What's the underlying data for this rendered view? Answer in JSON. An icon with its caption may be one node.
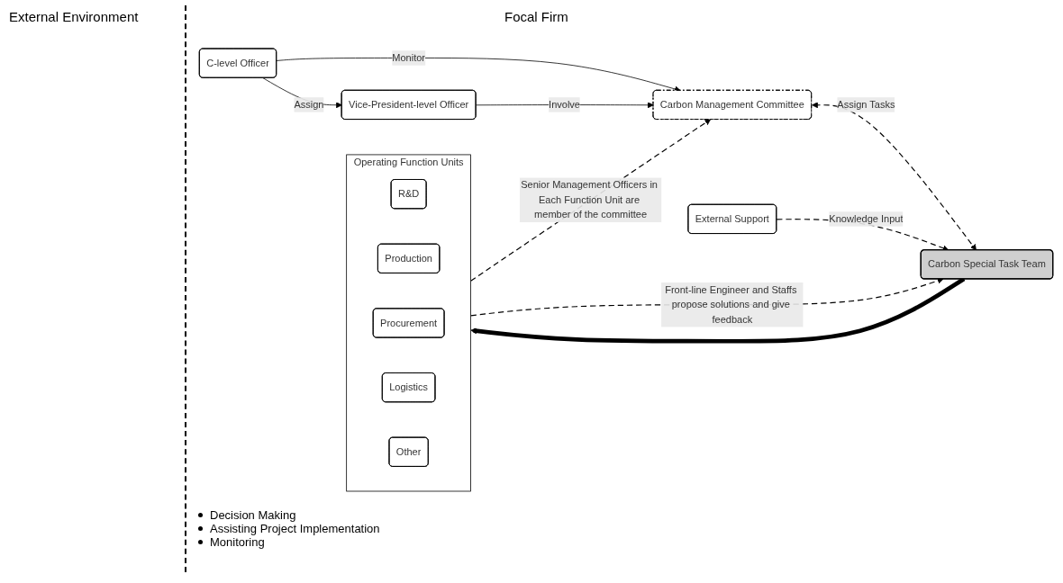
{
  "diagram": {
    "nodes": [
      {
        "text": [
          "External Support"
        ]
      },
      {
        "text": [
          "C-level Officer"
        ]
      },
      {
        "text": [
          "Vice-President-level Officer"
        ]
      },
      {
        "text": [
          "Carbon Management Committee"
        ]
      },
      {
        "text": [
          "Carbon Special Task Team"
        ]
      },
      {
        "text": [
          "Operating Function Units"
        ]
      },
      {
        "text": [
          "R&D"
        ],
        "in": 5
      },
      {
        "text": [
          "Production"
        ],
        "in": 5
      },
      {
        "text": [
          "Procurement"
        ],
        "in": 5
      },
      {
        "text": [
          "Logistics"
        ],
        "in": 5
      },
      {
        "text": [
          "Other"
        ],
        "in": 5
      }
    ],
    "edges": [
      {
        "from": 1,
        "to": 3,
        "arrow": "to",
        "label": "Monitor"
      },
      {
        "from": 1,
        "to": 2,
        "arrow": "to",
        "label": "Assign"
      },
      {
        "from": 2,
        "to": 3,
        "arrow": "to",
        "label": "Involve"
      },
      {
        "from": 3,
        "to": 4,
        "arrow": "both",
        "label": "Assign Tasks",
        "style": "dashed"
      },
      {
        "from": 0,
        "to": 4,
        "arrow": "to",
        "label": "Knowledge Input",
        "style": "dashed"
      },
      {
        "from": 5,
        "to": 3,
        "arrow": "to",
        "label": "Senior Management Officers in Each Function Unit are member of the committee",
        "style": "dashed"
      },
      {
        "from": 5,
        "to": 4,
        "arrow": "to",
        "label": "Front-line Engineer and Staffs propose solutions and give feedback",
        "style": "dashed"
      },
      {
        "from": 4,
        "to": 5,
        "arrow": "to",
        "style": "thick"
      }
    ],
    "labels": [
      "External Environment",
      "Focal Firm",
      "Decision Making",
      "Assisting Project Implementation",
      "Monitoring"
    ]
  }
}
